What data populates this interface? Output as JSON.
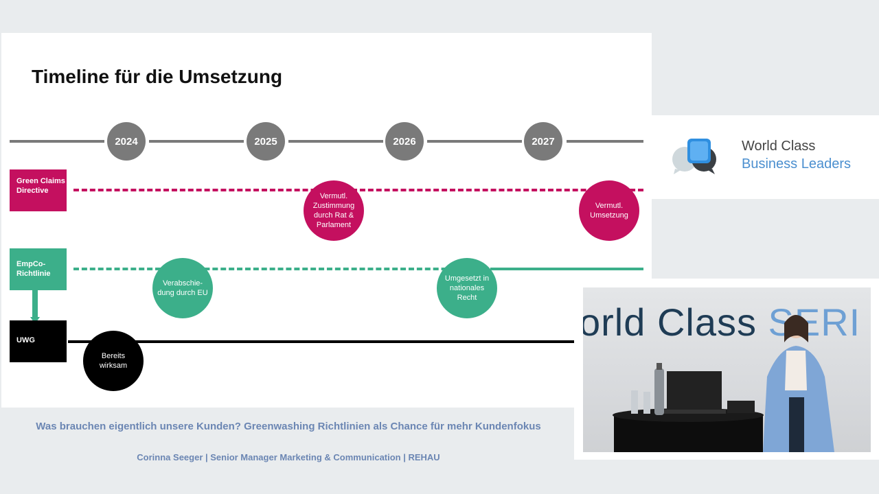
{
  "slide": {
    "title": "Timeline für die Umsetzung",
    "years": [
      "2024",
      "2025",
      "2026",
      "2027"
    ],
    "rows": [
      {
        "label": "Green Claims Directive",
        "color": "#c4105f"
      },
      {
        "label": "EmpCo-Richtlinie",
        "color": "#3caf8a"
      },
      {
        "label": "UWG",
        "color": "#000000"
      }
    ],
    "milestones": {
      "gcd_approval": "Vermutl. Zustimmung durch Rat & Parlament",
      "gcd_implementation": "Vermutl. Umsetzung",
      "empco_adoption": "Verabschie-dung durch EU",
      "empco_national": "Umgesetzt in nationales Recht",
      "uwg_active": "Bereits wirksam"
    }
  },
  "caption": {
    "title": "Was brauchen eigentlich unsere Kunden? Greenwashing Richtlinien als Chance für mehr Kundenfokus",
    "speaker": "Corinna Seeger | Senior Manager Marketing & Communication | REHAU"
  },
  "logo": {
    "line1": "World Class",
    "line2": "Business Leaders"
  },
  "video": {
    "backdrop_dark": "orld Class ",
    "backdrop_light": "SERI"
  }
}
